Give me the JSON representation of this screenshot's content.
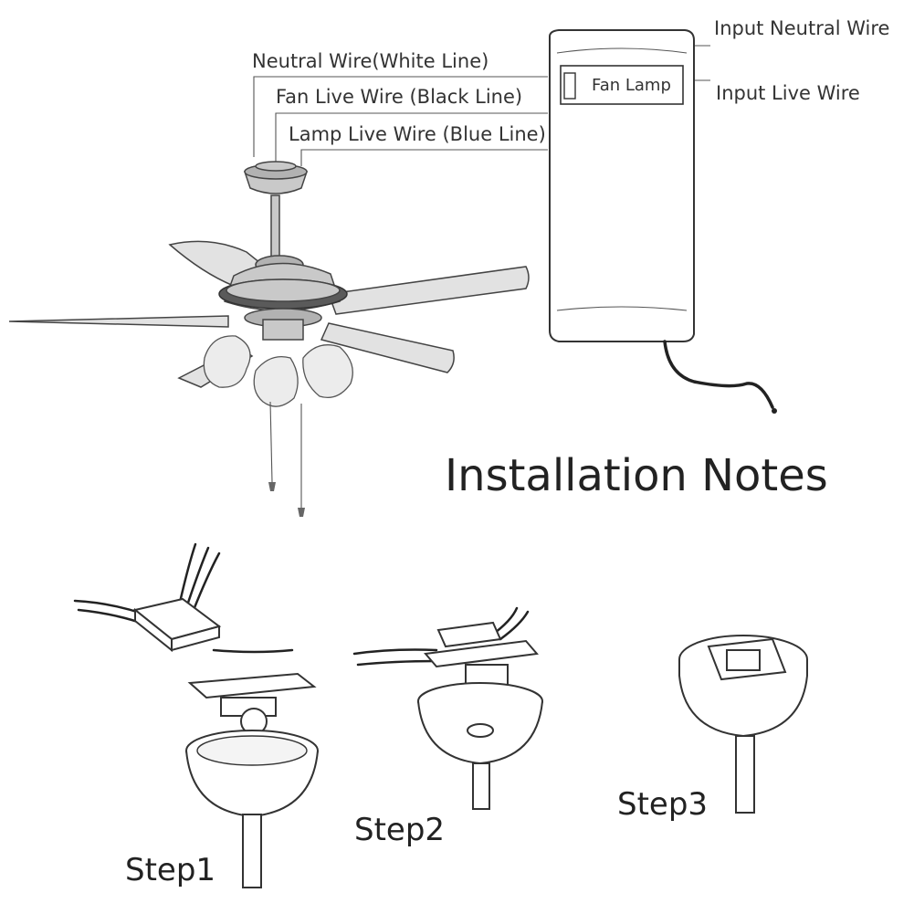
{
  "labels": {
    "neutral_wire": "Neutral Wire(White Line)",
    "fan_live_wire": "Fan Live Wire (Black Line)",
    "lamp_live_wire": "Lamp Live Wire (Blue Line)",
    "input_neutral_wire": "Input Neutral Wire",
    "input_live_wire": "Input Live Wire",
    "receiver_label": "Fan Lamp"
  },
  "title": "Installation Notes",
  "steps": {
    "step1": "Step1",
    "step2": "Step2",
    "step3": "Step3"
  }
}
